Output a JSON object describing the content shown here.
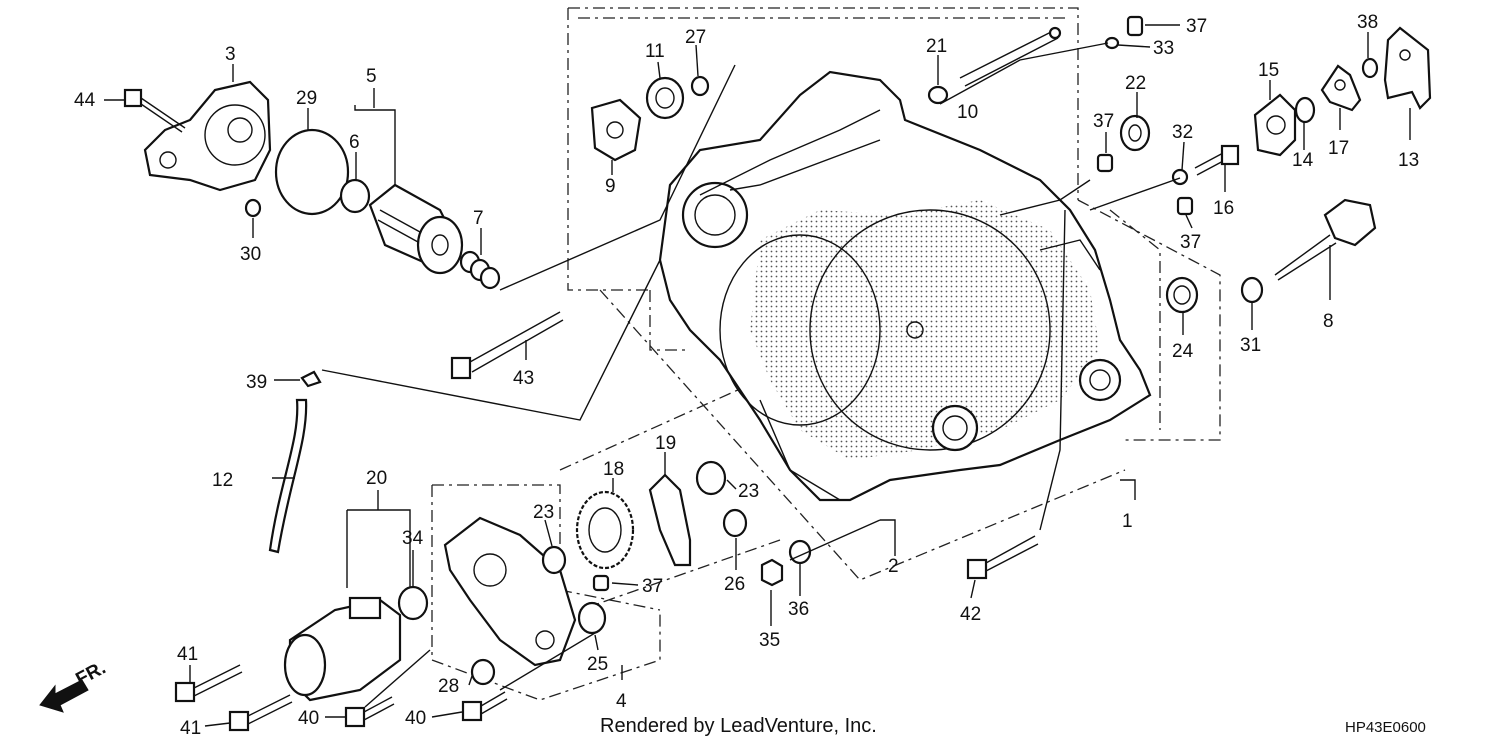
{
  "footer": {
    "credit": "Rendered by LeadVenture, Inc.",
    "diagram_code": "HP43E0600",
    "direction_label": "FR."
  },
  "callouts": [
    "1",
    "2",
    "3",
    "4",
    "5",
    "6",
    "7",
    "8",
    "9",
    "10",
    "11",
    "12",
    "13",
    "14",
    "15",
    "16",
    "17",
    "18",
    "19",
    "20",
    "21",
    "22",
    "23",
    "23",
    "24",
    "25",
    "26",
    "27",
    "28",
    "29",
    "30",
    "31",
    "32",
    "33",
    "34",
    "35",
    "36",
    "37",
    "37",
    "37",
    "37",
    "38",
    "39",
    "40",
    "40",
    "41",
    "41",
    "42",
    "43",
    "44"
  ]
}
